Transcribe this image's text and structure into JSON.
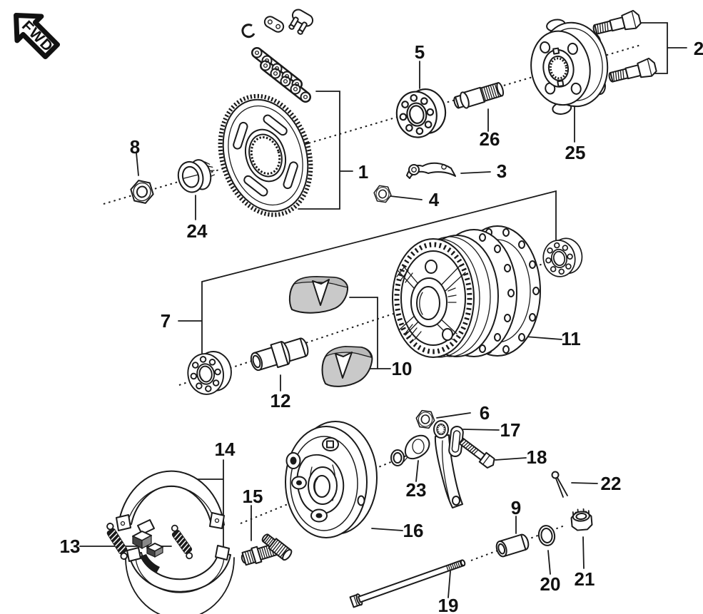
{
  "page": {
    "type": "exploded-parts-diagram",
    "subject": "rear wheel hub and drum brake assembly",
    "background": "#ffffff"
  },
  "badge": {
    "label": "FWD"
  },
  "colors": {
    "line": "#1a1a1a",
    "damper_fill": "#c9c9c9",
    "damper_face": "#b9b9b9",
    "spring_fill": "#1a1a1a",
    "label_color": "#111111"
  },
  "parts": {
    "p1": {
      "num": "1",
      "name": "drive-chain-and-sprocket"
    },
    "p2": {
      "num": "2",
      "name": "sprocket-stud-bolts"
    },
    "p3": {
      "num": "3",
      "name": "stopper-plate"
    },
    "p4": {
      "num": "4",
      "name": "nut"
    },
    "p5": {
      "num": "5",
      "name": "bearing"
    },
    "p6": {
      "num": "6",
      "name": "brake-arm-nut"
    },
    "p7": {
      "num": "7",
      "name": "wheel-bearing-set"
    },
    "p8": {
      "num": "8",
      "name": "hex-nut"
    },
    "p9": {
      "num": "9",
      "name": "side-spacer"
    },
    "p10": {
      "num": "10",
      "name": "hub-damper-rubbers"
    },
    "p11": {
      "num": "11",
      "name": "rear-wheel-hub"
    },
    "p12": {
      "num": "12",
      "name": "center-spacer"
    },
    "p13": {
      "num": "13",
      "name": "brake-shoe-springs"
    },
    "p14": {
      "num": "14",
      "name": "brake-shoes"
    },
    "p15": {
      "num": "15",
      "name": "adjuster-bolt"
    },
    "p16": {
      "num": "16",
      "name": "brake-panel"
    },
    "p17": {
      "num": "17",
      "name": "brake-arm"
    },
    "p18": {
      "num": "18",
      "name": "pinch-bolt"
    },
    "p19": {
      "num": "19",
      "name": "rear-axle"
    },
    "p20": {
      "num": "20",
      "name": "washer"
    },
    "p21": {
      "num": "21",
      "name": "castle-nut"
    },
    "p22": {
      "num": "22",
      "name": "cotter-pin"
    },
    "p23": {
      "num": "23",
      "name": "wear-indicator-plate"
    },
    "p24": {
      "num": "24",
      "name": "side-collar"
    },
    "p25": {
      "num": "25",
      "name": "sprocket-flange-hub"
    },
    "p26": {
      "num": "26",
      "name": "stud-bolt"
    }
  }
}
